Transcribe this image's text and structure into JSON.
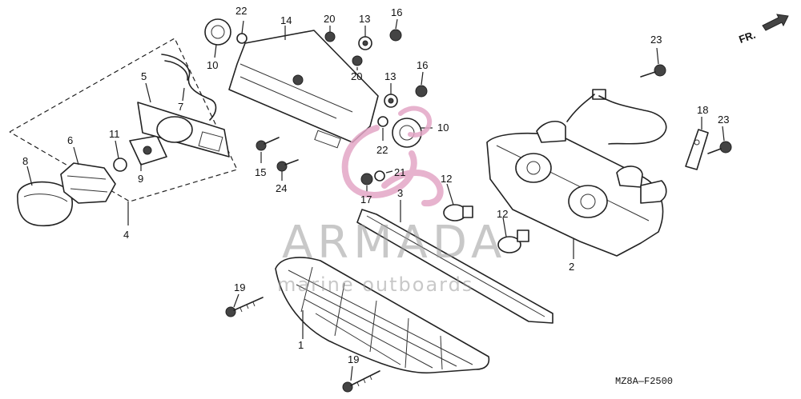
{
  "diagram": {
    "part_numbers": [
      "1",
      "2",
      "3",
      "4",
      "5",
      "6",
      "7",
      "8",
      "9",
      "10",
      "10",
      "11",
      "12",
      "12",
      "13",
      "13",
      "14",
      "15",
      "16",
      "16",
      "17",
      "18",
      "19",
      "19",
      "20",
      "20",
      "21",
      "22",
      "22",
      "23",
      "23",
      "24"
    ],
    "direction_label": "FR.",
    "diagram_code": "MZ8A—F2500"
  },
  "watermark": {
    "brand": "ARMADA",
    "tagline": "marine outboards",
    "logo_color": "#e3a6c6"
  }
}
